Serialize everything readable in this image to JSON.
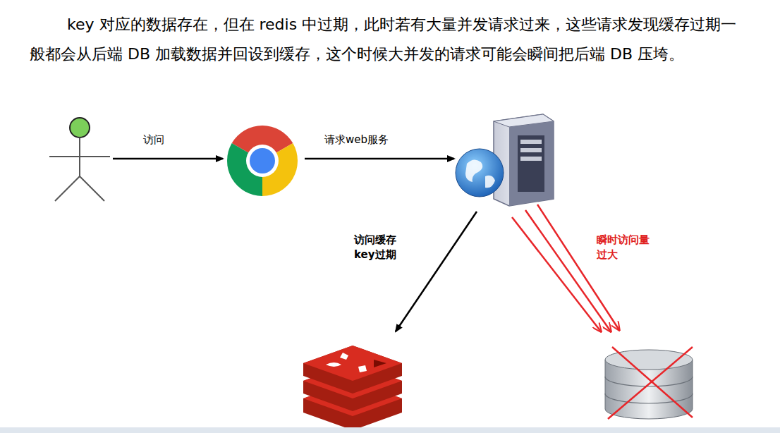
{
  "diagram": {
    "labels": [
      "key 对应的数据存在，但在 redis 中过期，此时若有大量并发请求过来，这些请求发现缓存过期一般都会从后端 DB 加载数据并回设到缓存，这个时候大并发的请求可能会瞬间把后端 DB 压垮。",
      "访问",
      "请求web服务",
      "访问缓存 key过期",
      "瞬时访问量 过大"
    ]
  }
}
